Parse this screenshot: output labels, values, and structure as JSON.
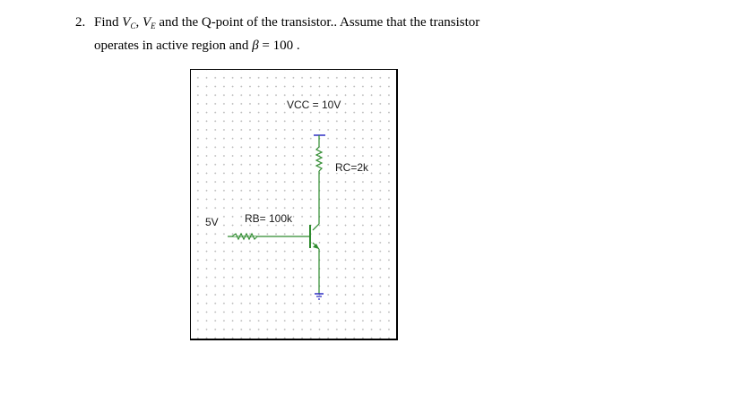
{
  "question": {
    "number": "2.",
    "line1_prefix": "Find ",
    "vc_symbol": "V",
    "vc_subscript": "C",
    "separator1": ", ",
    "ve_symbol": "V",
    "ve_subscript": "E",
    "line1_suffix": " and the Q-point of the transistor.. Assume that the transistor",
    "line2_prefix": "operates in active region and ",
    "beta_symbol": "β",
    "beta_equals": " = 100 ."
  },
  "circuit": {
    "vcc_label": "VCC = 10V",
    "rc_label": "RC=2k",
    "rb_label": "RB= 100k",
    "vin_label": "5V"
  },
  "colors": {
    "wire": "#2e8b2e",
    "resistor": "#2e8b2e",
    "transistor": "#2e8b2e",
    "ground": "#2020c0",
    "vcc_terminal": "#2020c0",
    "text": "#000000",
    "grid_dot": "#b8b8b8"
  }
}
